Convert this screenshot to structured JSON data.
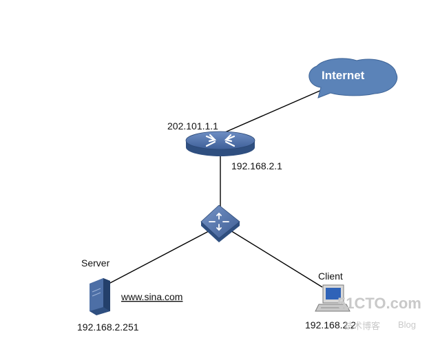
{
  "nodes": {
    "internet": {
      "label": "Internet"
    },
    "router": {
      "wan_ip": "202.101.1.1",
      "lan_ip": "192.168.2.1"
    },
    "switch": {},
    "server": {
      "title": "Server",
      "hostname": "www.sina.com",
      "ip": "192.168.2.251"
    },
    "client": {
      "title": "Client",
      "ip": "192.168.2.2"
    }
  },
  "links": [
    {
      "from": "router",
      "to": "internet"
    },
    {
      "from": "router",
      "to": "switch"
    },
    {
      "from": "switch",
      "to": "server"
    },
    {
      "from": "switch",
      "to": "client"
    }
  ],
  "watermark": {
    "brand": "51CTO.com",
    "sub_cn": "技术博客",
    "sub_en": "Blog"
  },
  "colors": {
    "cloud": "#5b83b8",
    "device": "#4d6fa6",
    "device_dark": "#2f4f80",
    "line": "#000000"
  }
}
